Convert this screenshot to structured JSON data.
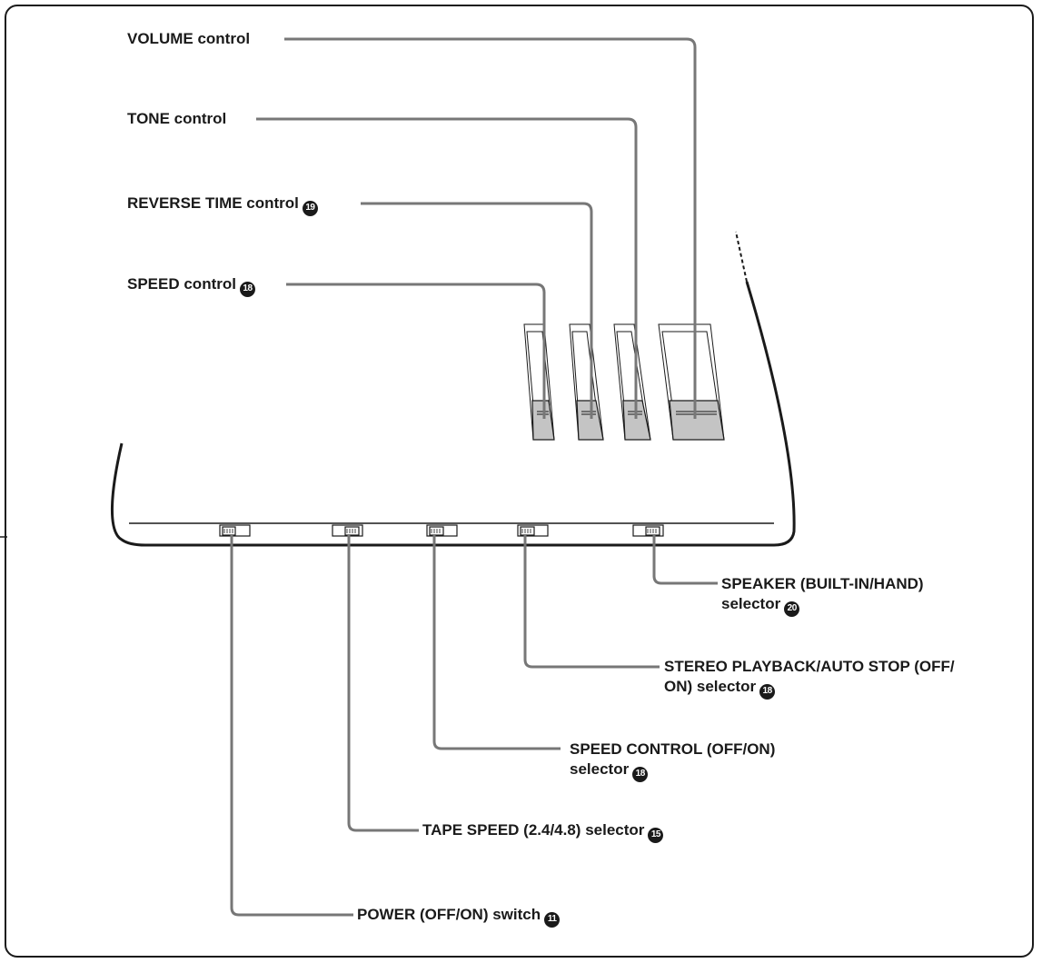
{
  "labels": {
    "volume": {
      "text": "VOLUME control",
      "ref": ""
    },
    "tone": {
      "text": "TONE control",
      "ref": ""
    },
    "reverse_time": {
      "text": "REVERSE TIME control",
      "ref": "19"
    },
    "speed": {
      "text": "SPEED control",
      "ref": "18"
    },
    "speaker": {
      "line1": "SPEAKER (BUILT-IN/HAND)",
      "line2": "selector",
      "ref": "20"
    },
    "stereo": {
      "line1": "STEREO PLAYBACK/AUTO STOP (OFF/",
      "line2": "ON) selector",
      "ref": "18"
    },
    "speed_control_sel": {
      "line1": "SPEED CONTROL (OFF/ON)",
      "line2": "selector",
      "ref": "18"
    },
    "tape_speed": {
      "text": "TAPE SPEED (2.4/4.8) selector",
      "ref": "15"
    },
    "power": {
      "text": "POWER (OFF/ON) switch",
      "ref": "11"
    }
  },
  "colors": {
    "leader": "#777777",
    "outline": "#1a1a1a",
    "knob_fill": "#c4c4c4"
  }
}
